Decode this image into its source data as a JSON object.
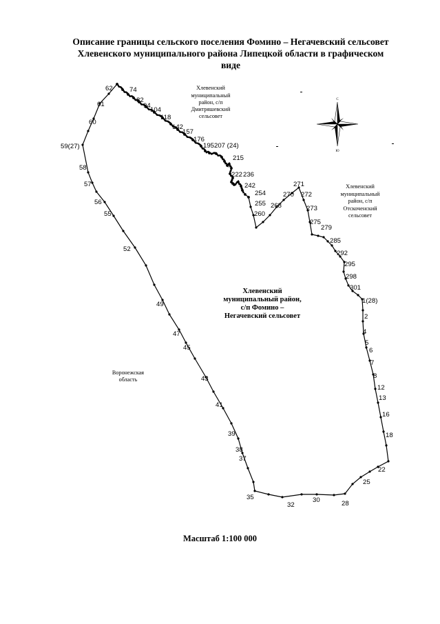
{
  "title": {
    "line1": "Описание границы сельского поселения Фомино – Негачевский сельсовет",
    "line2": "Хлевенского муниципального района Липецкой области в графическом",
    "line3": "виде"
  },
  "regions": {
    "north": [
      "Хлевенский",
      "муниципальный",
      "район, с/п",
      "Дмитряшевский",
      "сельсовет"
    ],
    "east": [
      "Хлевенский",
      "муниципальный",
      "район, с/п",
      "Отскоченский",
      "сельсовет"
    ],
    "main": [
      "Хлевенский",
      "муниципальный район,",
      "с/п Фомино –",
      "Негачевский сельсовет"
    ],
    "west": [
      "Воронежская",
      "область"
    ]
  },
  "compass": {
    "north_letter": "С",
    "south_letter": "Ю",
    "icon": "compass-rose-icon"
  },
  "point_labels": [
    "62",
    "74",
    "82",
    "94",
    "104",
    "118",
    "142",
    "157",
    "176",
    "195",
    "207 (24)",
    "215",
    "222",
    "236",
    "242",
    "254",
    "255",
    "260",
    "268",
    "270",
    "271",
    "272",
    "273",
    "275",
    "279",
    "285",
    "292",
    "295",
    "298",
    "301",
    "1(28)",
    "2",
    "4",
    "5",
    "6",
    "7",
    "8",
    "12",
    "13",
    "16",
    "18",
    "22",
    "25",
    "28",
    "30",
    "32",
    "35",
    "37",
    "38",
    "39",
    "41",
    "43",
    "45",
    "47",
    "49",
    "52",
    "55",
    "56",
    "57",
    "58",
    "59(27)",
    "60",
    "61"
  ],
  "scale": "Масштаб 1:100 000"
}
